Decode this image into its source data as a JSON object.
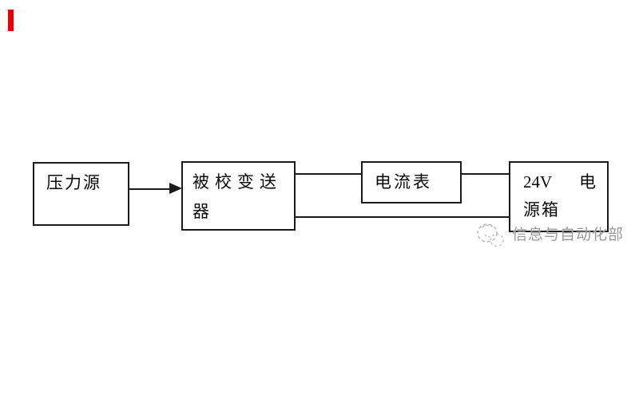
{
  "page": {
    "background": "#ffffff",
    "accent_marker_color": "#e60000"
  },
  "diagram": {
    "type": "block-diagram",
    "title": "",
    "boxes": [
      {
        "id": "pressure-source",
        "label": "压力源"
      },
      {
        "id": "transmitter-under-calibration",
        "label": "被校变送器"
      },
      {
        "id": "ammeter",
        "label": "电流表"
      },
      {
        "id": "power-box",
        "label": "24V 电源箱",
        "label_lines": [
          "24V 电",
          "源箱"
        ]
      }
    ],
    "connections": [
      {
        "from": "pressure-source",
        "to": "transmitter-under-calibration",
        "style": "arrow"
      },
      {
        "from": "transmitter-under-calibration",
        "to": "ammeter",
        "style": "line",
        "position": "upper"
      },
      {
        "from": "ammeter",
        "to": "power-box",
        "style": "line",
        "position": "upper"
      },
      {
        "from": "transmitter-under-calibration",
        "to": "power-box",
        "style": "line",
        "position": "lower"
      }
    ],
    "line_color": "#1a1a1a",
    "text_color": "#0a0a0a"
  },
  "watermark": {
    "text": "信息与自动化部",
    "color": "#949494",
    "logo": "sketch-swirl-logo"
  }
}
